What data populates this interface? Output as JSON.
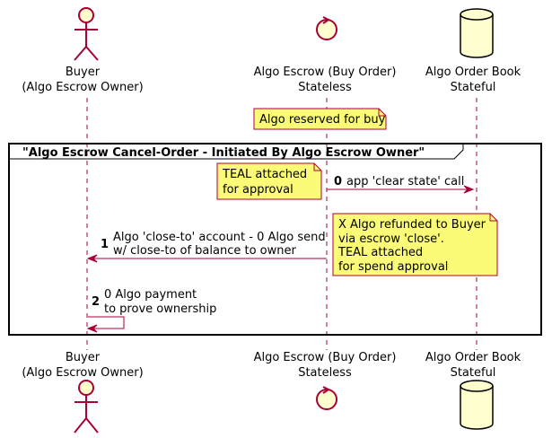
{
  "participants": [
    {
      "name": "Buyer",
      "subtitle": "(Algo Escrow Owner)",
      "shape": "actor-icon"
    },
    {
      "name": "Algo Escrow (Buy Order)",
      "subtitle": "Stateless",
      "shape": "control-icon"
    },
    {
      "name": "Algo Order Book",
      "subtitle": "Stateful",
      "shape": "database-icon"
    }
  ],
  "notes": {
    "reserved": "Algo reserved for buy",
    "teal_approval": [
      "TEAL attached",
      "for approval"
    ],
    "refund": [
      "X Algo refunded to Buyer",
      "via escrow 'close'.",
      "TEAL attached",
      "for spend approval"
    ]
  },
  "group": {
    "title": "\"Algo Escrow Cancel-Order - Initiated By Algo Escrow Owner\""
  },
  "messages": [
    {
      "number": "0",
      "lines": [
        "app 'clear state' call"
      ]
    },
    {
      "number": "1",
      "lines": [
        "Algo 'close-to' account - 0 Algo send",
        "w/ close-to of balance to owner"
      ]
    },
    {
      "number": "2",
      "lines": [
        "0 Algo payment",
        "to prove ownership"
      ]
    }
  ],
  "colors": {
    "line": "#A80036",
    "participant_fill": "#FEFECE",
    "note_fill": "#FBFB77",
    "frame": "#000000"
  }
}
